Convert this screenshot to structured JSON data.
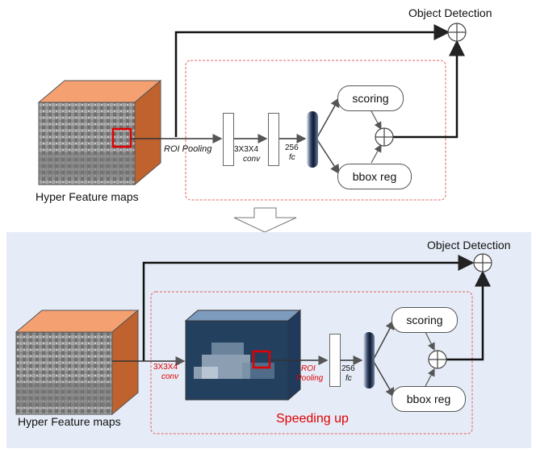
{
  "top": {
    "title": "Object Detection",
    "feature_label": "Hyper Feature maps",
    "roi_label": "ROI Pooling",
    "conv_label_1": "3X3X4",
    "conv_label_2": "conv",
    "fc_label_1": "256",
    "fc_label_2": "fc",
    "scoring": "scoring",
    "bbox": "bbox reg"
  },
  "bottom": {
    "title": "Object Detection",
    "feature_label": "Hyper Feature maps",
    "conv_label_1": "3X3X4",
    "conv_label_2": "conv",
    "roi_label_1": "ROI",
    "roi_label_2": "Pooling",
    "fc_label_1": "256",
    "fc_label_2": "fc",
    "scoring": "scoring",
    "bbox": "bbox reg",
    "speed_label": "Speeding up"
  },
  "colors": {
    "cube_top": "#f4a070",
    "cube_side": "#c0622e",
    "roi_box": "#e00000",
    "dashed_region": "#e06060",
    "panel_bg": "#e6ecf7"
  }
}
